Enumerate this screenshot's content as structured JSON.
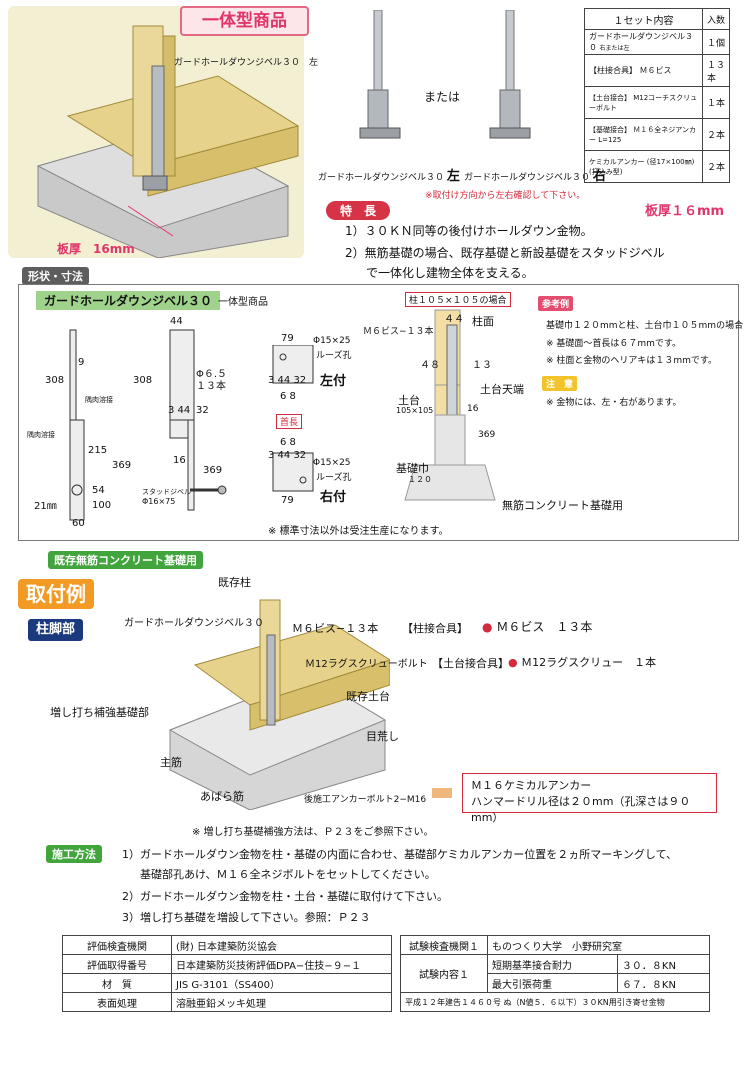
{
  "header": {
    "title": "一体型商品",
    "panel_label": "ガードホールダウンジベル３０　左",
    "plate_label": "板厚　16mm"
  },
  "variants": {
    "or_text": "または",
    "left": "ガードホールダウンジベル３０",
    "left_suffix": "左",
    "right": "ガードホールダウンジベル３０",
    "right_suffix": "右",
    "note": "※取付け方向から左右確認して下さい。"
  },
  "set_table": {
    "head_content": "１セット内容",
    "head_qty": "入数",
    "rows": [
      {
        "label": "ガードホールダウンジベル３０",
        "tag": "右または左",
        "qty": "１個"
      },
      {
        "label": "【柱接合具】 Ｍ６ビス",
        "tag": "",
        "qty": "１３本"
      },
      {
        "label": "【土台接合】 M12コーチスクリューボルト",
        "tag": "",
        "qty": "１本"
      },
      {
        "label": "【基礎接合】 Ｍ１６全ネジアンカー L=125",
        "tag": "",
        "qty": "２本"
      },
      {
        "label": "ケミカルアンカー (径17×100㎜) (打込み型)",
        "tag": "",
        "qty": "２本"
      }
    ]
  },
  "features": {
    "tag": "特　長",
    "plate": "板厚１６mm",
    "items": [
      "1）３０ＫＮ同等の後付けホールダウン金物。",
      "2）無筋基礎の場合、既存基礎と新設基礎をスタッドジベル",
      "で一体化し建物全体を支える。"
    ]
  },
  "shape": {
    "tag": "形状・寸法",
    "product_tag": "ガードホールダウンジベル３０",
    "product_sub": "一体型商品",
    "dims": {
      "d308": "308",
      "d9": "9",
      "d215": "215",
      "d369": "369",
      "d54": "54",
      "d100": "100",
      "d21": "21㎜",
      "d60": "60",
      "d44": "44",
      "d16": "16",
      "d32": "32",
      "d3_44": "3 44",
      "d79": "79",
      "d60b": "60",
      "d9b": "9",
      "dt": "3 44 32",
      "d68": "6 8",
      "d16b": "16",
      "d369b": "369",
      "d65": "Φ６.５",
      "d13": "１３本"
    },
    "labels": {
      "weld1": "隅肉溶接",
      "weld2": "隅肉溶接",
      "stud": "スタッドジベル",
      "stud_dim": "Φ16×75",
      "loose1": "Φ15×25",
      "loose1b": "ルーズ孔",
      "left": "左付",
      "head": "首長",
      "loose2": "Φ15×25",
      "loose2b": "ルーズ孔",
      "right": "右付",
      "note": "※ 標準寸法以外は受注生産になります。"
    },
    "col_tag": "柱１０５×１０５の場合",
    "col_labels": {
      "m6": "Ｍ６ビス−１３本",
      "col_face": "柱面",
      "d44": "４４",
      "d48": "４８",
      "d13": "１３",
      "sill": "土台",
      "sill_dim": "105×105",
      "sill_top": "土台天端",
      "d16": "16",
      "d369": "369",
      "base": "基礎巾",
      "base_dim": "１２０",
      "concrete": "無筋コンクリート基礎用"
    },
    "ref": {
      "tag": "参考例",
      "lines": [
        "基礎巾１２０mmと柱、土台巾１０５mmの場合",
        "※ 基礎面〜首長は６７mmです。",
        "※ 柱面と金物のヘリアキは１３mmです。"
      ],
      "caution_tag": "注　意",
      "caution": "※ 金物には、左・右があります。"
    }
  },
  "example": {
    "green_tag": "既存無筋コンクリート基礎用",
    "bar": "取付例",
    "sub_bar": "柱脚部",
    "labels": {
      "existing_col": "既存柱",
      "product": "ガードホールダウンジベル３０",
      "screw": "Ｍ６ビス−１３本",
      "col_joint": "【柱接合具】",
      "col_joint_val": "Ｍ６ビス　１３本",
      "lag": "Ｍ12ラグスクリューボルト",
      "sill_joint": "【土台接合具】",
      "sill_joint_val": "Ｍ12ラグスクリュー　１本",
      "existing_sill": "既存土台",
      "reinforce": "増し打ち補強基礎部",
      "rough": "目荒し",
      "main": "主筋",
      "rib": "あばら筋",
      "anchor": "後施工アンカーボルト2−M16"
    },
    "box_lines": [
      "Ｍ１６ケミカルアンカー",
      "ハンマードリル径は２０mm（孔深さは９０mm）"
    ],
    "note": "※ 増し打ち基礎補強方法は、Ｐ２３をご参照下さい。"
  },
  "method": {
    "tag": "施工方法",
    "items": [
      "1）ガードホールダウン金物を柱・基礎の内面に合わせ、基礎部ケミカルアンカー位置を２ヵ所マーキングして、",
      "基礎部孔あけ、Ｍ１６全ネジボルトをセットしてください。",
      "2）ガードホールダウン金物を柱・土台・基礎に取付けて下さい。",
      "3）増し打ち基礎を増設して下さい。参照：Ｐ２３"
    ]
  },
  "spec_table": {
    "rows": [
      {
        "k": "評価検査機関",
        "v": "(財) 日本建築防災協会"
      },
      {
        "k": "評価取得番号",
        "v": "日本建築防災技術評価DPA−住技−９−１"
      },
      {
        "k": "材　質",
        "v": "JIS G-3101（SS400）"
      },
      {
        "k": "表面処理",
        "v": "溶融亜鉛メッキ処理"
      }
    ]
  },
  "test_table": {
    "org_k": "試験検査機関１",
    "org_v": "ものつくり大学　小野研究室",
    "content_k": "試験内容１",
    "rows": [
      {
        "k": "短期基準接合耐力",
        "v": "３０．８KN"
      },
      {
        "k": "最大引張荷重",
        "v": "６７．８KN"
      }
    ],
    "footer": "平成１２年建告１４６０号  ぬ（N値５．６以下）３０KN用引き寄せ金物"
  }
}
